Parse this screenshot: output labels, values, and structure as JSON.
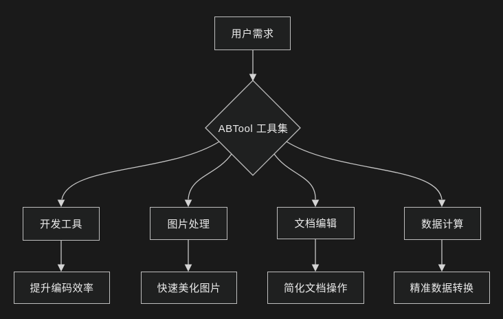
{
  "diagram": {
    "nodes": {
      "userNeed": {
        "label": "用户需求",
        "shape": "rect"
      },
      "toolset": {
        "label": "ABTool 工具集",
        "shape": "diamond"
      },
      "devTools": {
        "label": "开发工具",
        "shape": "rect"
      },
      "imageProc": {
        "label": "图片处理",
        "shape": "rect"
      },
      "docEdit": {
        "label": "文档编辑",
        "shape": "rect"
      },
      "dataCalc": {
        "label": "数据计算",
        "shape": "rect"
      },
      "devOutcome": {
        "label": "提升编码效率",
        "shape": "rect"
      },
      "imageOutcome": {
        "label": "快速美化图片",
        "shape": "rect"
      },
      "docOutcome": {
        "label": "简化文档操作",
        "shape": "rect"
      },
      "dataOutcome": {
        "label": "精准数据转换",
        "shape": "rect"
      }
    },
    "edges": [
      {
        "from": "userNeed",
        "to": "toolset"
      },
      {
        "from": "toolset",
        "to": "devTools"
      },
      {
        "from": "toolset",
        "to": "imageProc"
      },
      {
        "from": "toolset",
        "to": "docEdit"
      },
      {
        "from": "toolset",
        "to": "dataCalc"
      },
      {
        "from": "devTools",
        "to": "devOutcome"
      },
      {
        "from": "imageProc",
        "to": "imageOutcome"
      },
      {
        "from": "docEdit",
        "to": "docOutcome"
      },
      {
        "from": "dataCalc",
        "to": "dataOutcome"
      }
    ],
    "colors": {
      "background": "#1a1a1a",
      "node_fill": "#1f2020",
      "node_border": "#bfbfbf",
      "text": "#eaeaea",
      "edge_line": "#c6c6c6",
      "arrowhead": "#d3d3d3"
    }
  }
}
